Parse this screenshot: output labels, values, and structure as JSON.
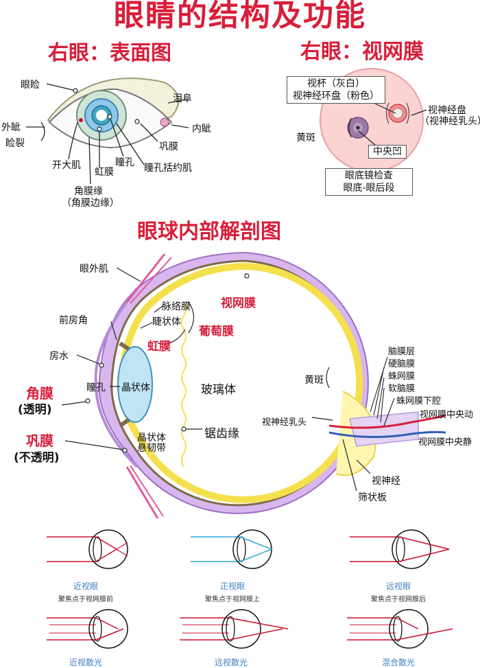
{
  "title": "眼睛的结构及功能",
  "surface": {
    "heading": "右眼：表面图",
    "labels": {
      "eyelid": "眼睑",
      "lacrimal_punctum": "泪阜",
      "outer_canthus": "外眦",
      "inner_canthus": "内眦",
      "palpebral_fissure": "睑裂",
      "sclera": "巩膜",
      "dilator": "开大肌",
      "pupil": "瞳孔",
      "sphincter": "瞳孔括约肌",
      "iris": "虹膜",
      "limbus": "角膜缘",
      "limbus_alt": "（角膜边缘）"
    }
  },
  "retina": {
    "heading": "右眼：视网膜",
    "labels": {
      "cup": "视杯（灰白）",
      "rim": "视神经环盘（粉色）",
      "disc": "视神经盘",
      "disc_alt": "（视神经乳头）",
      "macula": "黄斑",
      "fovea": "中央凹"
    },
    "exam": [
      "眼底镜检查",
      "眼底-眼后段"
    ]
  },
  "anatomy": {
    "heading": "眼球内部解剖图",
    "labels": {
      "extraocular": "眼外肌",
      "retina": "视网膜",
      "choroid": "脉络膜",
      "ciliary": "睫状体",
      "uvea": "葡萄膜",
      "angle": "前房角",
      "iris": "虹膜",
      "aqueous": "房水",
      "pupil": "瞳孔",
      "lens": "晶状体",
      "vitreous": "玻璃体",
      "cornea": "角膜",
      "cornea_note": "(透明)",
      "ora": "锯齿缘",
      "sclera": "巩膜",
      "sclera_note": "(不透明)",
      "zonule1": "晶状体",
      "zonule2": "悬韧带",
      "macula": "黄斑",
      "optic_papilla": "视神经乳头",
      "dura1": "脑膜层",
      "dura2": "硬脑膜",
      "arachnoid": "蛛网膜",
      "pia": "软脑膜",
      "subarachnoid": "蛛网膜下腔",
      "artery": "视网膜中央动",
      "vein": "视网膜中央静",
      "optic_nerve": "视神经",
      "lamina": "筛状板"
    }
  },
  "vision": [
    {
      "title": "近视眼",
      "sub": "聚焦点于视网膜前"
    },
    {
      "title": "正视眼",
      "sub": "聚焦点于视网膜上"
    },
    {
      "title": "远视眼",
      "sub": "聚焦点于视网膜后"
    }
  ],
  "vision_bottom": [
    "近视散光",
    "远视散光",
    "混合散光"
  ],
  "colors": {
    "accent_red": "#d81e3a",
    "sclera_purple": "#c9a2e6",
    "retina_yellow": "#f4e04d",
    "lens_blue": "#bfe4f5",
    "ray_red": "#c8102e",
    "ray_blue": "#2ea7d8"
  }
}
